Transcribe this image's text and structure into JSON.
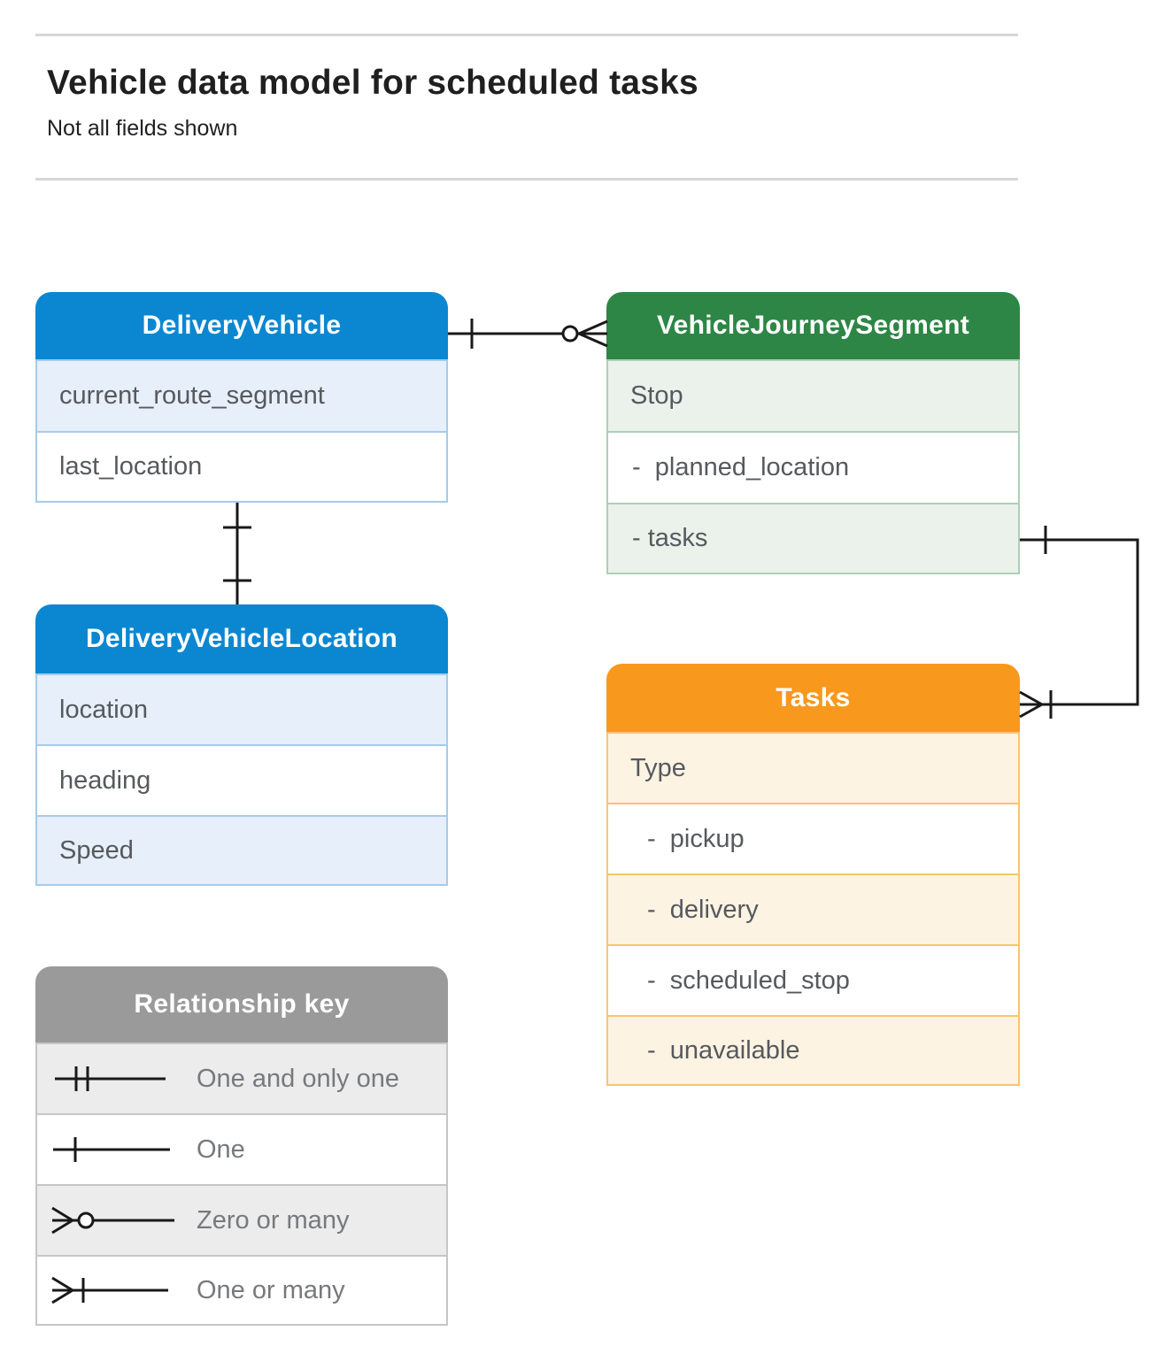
{
  "page": {
    "title": "Vehicle data model for scheduled tasks",
    "subtitle": "Not all fields shown"
  },
  "entities": {
    "delivery_vehicle": {
      "title": "DeliveryVehicle",
      "fields": [
        "current_route_segment",
        "last_location"
      ]
    },
    "vehicle_journey_segment": {
      "title": "VehicleJourneySegment",
      "fields": [
        "Stop",
        "-  planned_location",
        "- tasks"
      ]
    },
    "delivery_vehicle_location": {
      "title": "DeliveryVehicleLocation",
      "fields": [
        "location",
        "heading",
        "Speed"
      ]
    },
    "tasks": {
      "title": "Tasks",
      "fields": [
        "Type",
        "-  pickup",
        "-  delivery",
        "-  scheduled_stop",
        "-  unavailable"
      ]
    }
  },
  "relationships": [
    {
      "from": "DeliveryVehicle",
      "to": "VehicleJourneySegment",
      "from_cardinality": "one",
      "to_cardinality": "zero-or-many"
    },
    {
      "from": "DeliveryVehicle",
      "to": "DeliveryVehicleLocation",
      "from_cardinality": "one",
      "to_cardinality": "one"
    },
    {
      "from": "VehicleJourneySegment",
      "to": "Tasks",
      "from_cardinality": "one",
      "to_cardinality": "one-or-many"
    }
  ],
  "legend": {
    "title": "Relationship key",
    "items": [
      {
        "symbol": "one-and-only-one",
        "label": "One and only one"
      },
      {
        "symbol": "one",
        "label": "One"
      },
      {
        "symbol": "zero-or-many",
        "label": "Zero or many"
      },
      {
        "symbol": "one-or-many",
        "label": "One or many"
      }
    ]
  },
  "colors": {
    "blue": "#0b87d1",
    "blue_tint": "#e6effa",
    "blue_border": "#a6cbec",
    "green": "#2d8645",
    "green_tint": "#eaf2eb",
    "green_border": "#aecfb6",
    "orange": "#f8981d",
    "orange_tint": "#fdf3e2",
    "orange_border": "#f8c470",
    "gray": "#9a9a9a",
    "gray_tint": "#ececec",
    "gray_border": "#c6c6c6"
  }
}
